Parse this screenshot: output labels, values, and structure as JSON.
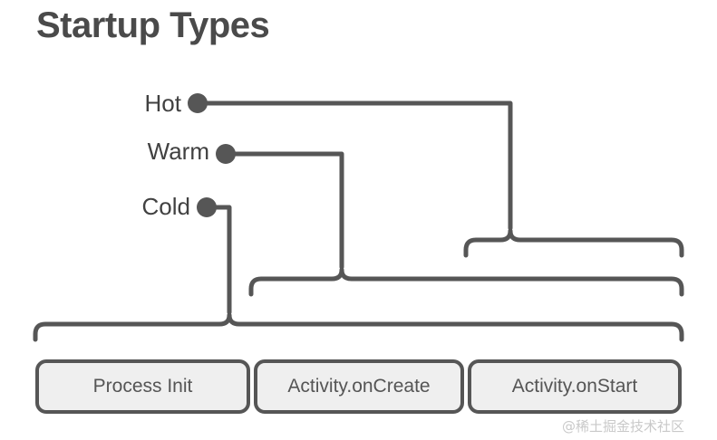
{
  "diagram": {
    "title": "Startup Types",
    "background_color": "#ffffff",
    "line_color": "#565656",
    "box_fill_color": "#efefef",
    "text_color": "#414141",
    "rows": [
      {
        "label": "Hot",
        "node": "hot-node-dot"
      },
      {
        "label": "Warm",
        "node": "warm-node-dot"
      },
      {
        "label": "Cold",
        "node": "cold-node-dot"
      }
    ],
    "stages": [
      {
        "label": "Process Init"
      },
      {
        "label": "Activity.onCreate"
      },
      {
        "label": "Activity.onStart"
      }
    ],
    "brace_spans": [
      {
        "for": "Hot",
        "covers": [
          "Activity.onStart"
        ]
      },
      {
        "for": "Warm",
        "covers": [
          "Activity.onCreate",
          "Activity.onStart"
        ]
      },
      {
        "for": "Cold",
        "covers": [
          "Process Init",
          "Activity.onCreate",
          "Activity.onStart"
        ]
      }
    ]
  },
  "watermark": {
    "text": "@稀土掘金技术社区"
  }
}
